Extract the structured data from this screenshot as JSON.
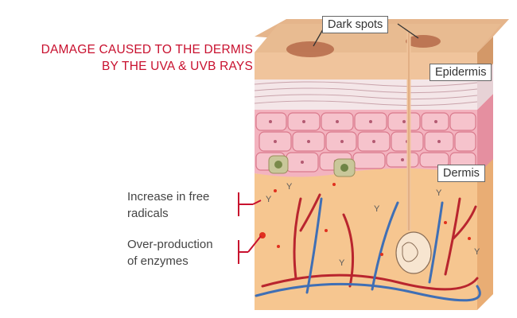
{
  "title": {
    "line1": "DAMAGE CAUSED TO THE DERMIS",
    "line2": "BY THE UVA & UVB RAYS"
  },
  "callouts": {
    "dark_spots": "Dark spots",
    "epidermis": "Epidermis",
    "dermis": "Dermis"
  },
  "side_labels": {
    "free_radicals_line1": "Increase in free",
    "free_radicals_line2": "radicals",
    "enzymes_line1": "Over-production",
    "enzymes_line2": "of enzymes"
  },
  "colors": {
    "title": "#c8102e",
    "indicator": "#c8102e",
    "epidermis_cells": "#f2a9b5",
    "dermis": "#f6c48e",
    "top_skin": "#e8b88a",
    "artery": "#b9252e",
    "vein": "#3f6fb5"
  }
}
